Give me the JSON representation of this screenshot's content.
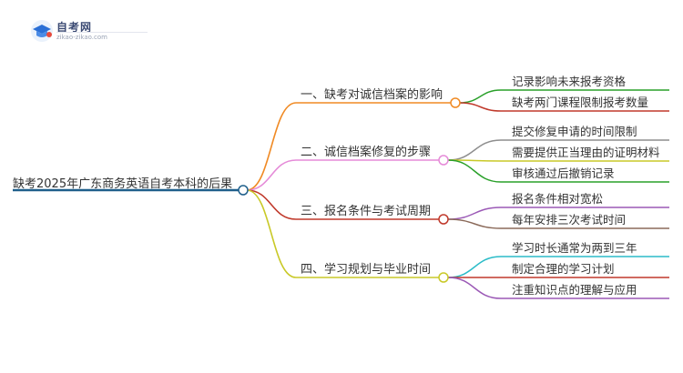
{
  "logo": {
    "title": "自考网",
    "url": "zikao-zikao.com",
    "icon": "graduation-cap-icon",
    "colors": {
      "cap": "#2a6fd6",
      "accent": "#e84a3c"
    }
  },
  "mindmap": {
    "root": {
      "label": "缺考2025年广东商务英语自考本科的后果",
      "color": "#1f5f8b"
    },
    "branches": [
      {
        "label": "一、缺考对诚信档案的影响",
        "color": "#f08a24",
        "children": [
          {
            "label": "记录影响未来报考资格",
            "color": "#2aa02a"
          },
          {
            "label": "缺考两门课程限制报考数量",
            "color": "#c0392b"
          }
        ]
      },
      {
        "label": "二、诚信档案修复的步骤",
        "color": "#e58bd8",
        "children": [
          {
            "label": "提交修复申请的时间限制",
            "color": "#8e8e8e"
          },
          {
            "label": "需要提供正当理由的证明材料",
            "color": "#c9c928"
          },
          {
            "label": "审核通过后撤销记录",
            "color": "#2aa02a"
          }
        ]
      },
      {
        "label": "三、报名条件与考试周期",
        "color": "#c0392b",
        "children": [
          {
            "label": "报名条件相对宽松",
            "color": "#9b59b6"
          },
          {
            "label": "每年安排三次考试时间",
            "color": "#8b6a5a"
          }
        ]
      },
      {
        "label": "四、学习规划与毕业时间",
        "color": "#c9c928",
        "children": [
          {
            "label": "学习时长通常为两到三年",
            "color": "#2bbcc8"
          },
          {
            "label": "制定合理的学习计划",
            "color": "#c0392b"
          },
          {
            "label": "注重知识点的理解与应用",
            "color": "#9b59b6"
          }
        ]
      }
    ]
  }
}
